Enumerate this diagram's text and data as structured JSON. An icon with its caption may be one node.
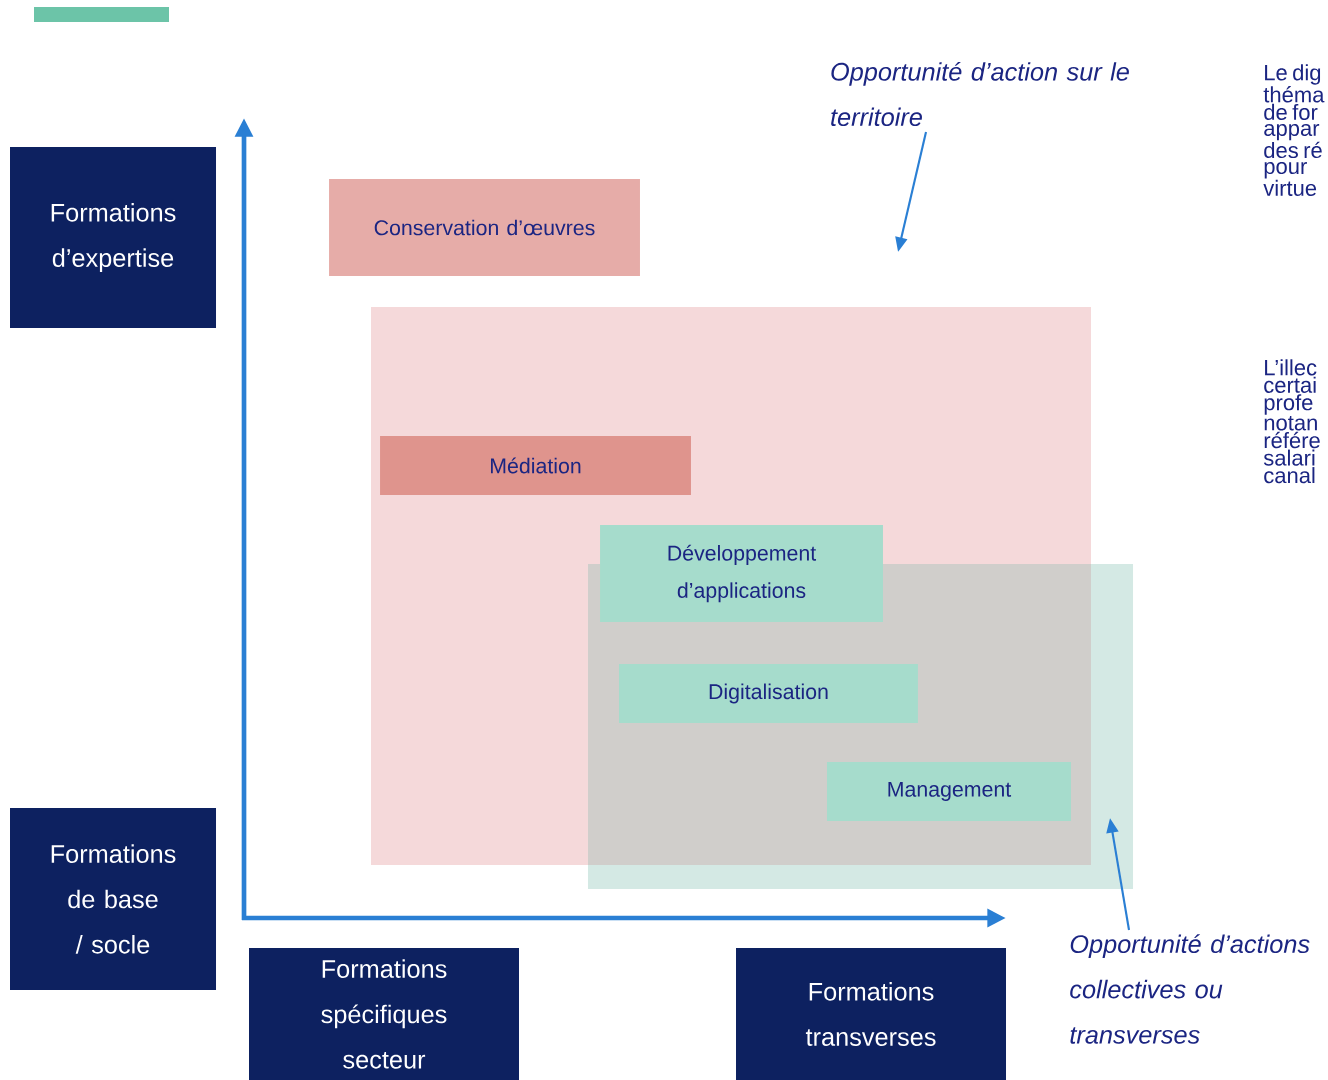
{
  "diagram": {
    "nodes": [
      {
        "text": [
          "Formations d’expertise"
        ]
      },
      {
        "text": [
          "Formations de base / socle"
        ]
      },
      {
        "text": [
          "Formations spécifiques secteur"
        ]
      },
      {
        "text": [
          "Formations transverses"
        ]
      },
      {
        "text": [
          "Conservation d’œuvres"
        ]
      },
      {
        "text": [],
        "shape": "box"
      },
      {
        "text": [
          "Médiation"
        ],
        "in": 5
      },
      {
        "text": [],
        "shape": "box"
      },
      {
        "text": [
          "Développement d’applications"
        ],
        "in": 5
      },
      {
        "text": [
          "Digitalisation"
        ],
        "in": 7
      },
      {
        "text": [
          "Management"
        ],
        "in": 7
      },
      {
        "text": [
          "Opportunité d’action sur le territoire"
        ]
      },
      {
        "text": [
          "Opportunité d’actions collectives ou transverses"
        ]
      }
    ],
    "edges": [
      {
        "from": 11,
        "to": null,
        "arrow": "to"
      },
      {
        "from": 12,
        "to": 7,
        "arrow": "to"
      }
    ],
    "labels": [
      "Le dig théma de for appar des ré pour virtue",
      "L’illec certai profe notan référe salari canal"
    ]
  }
}
